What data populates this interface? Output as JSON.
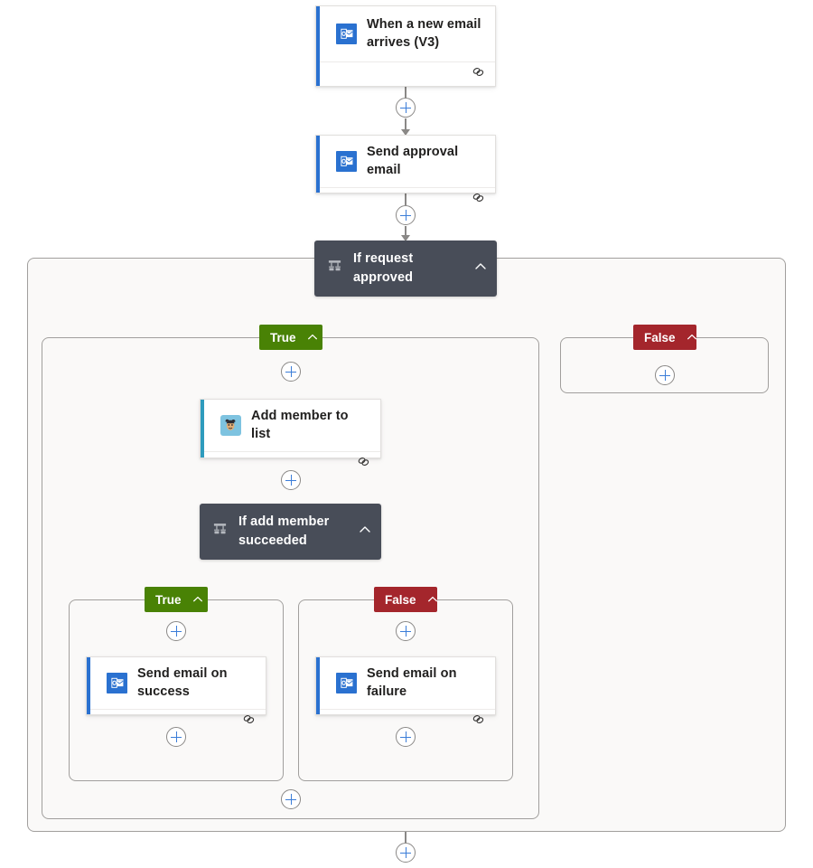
{
  "flow": {
    "title": "Power Automate flow designer canvas",
    "colors": {
      "true_badge": "#498205",
      "false_badge": "#a4262c",
      "condition_card": "#484d58",
      "outlook_accent": "#2a71d0",
      "mailchimp_accent": "#2e9bbd",
      "scope_background": "#faf9f8",
      "plus_glyph": "#3b7dd8",
      "connector": "#8a8886"
    },
    "nodes": {
      "trigger": {
        "label": "When a new email arrives (V3)",
        "icon": "outlook-icon",
        "footer_icon": "link-icon"
      },
      "send_approval": {
        "label": "Send approval email",
        "icon": "outlook-icon",
        "footer_icon": "link-icon"
      },
      "condition_outer": {
        "label": "If request approved",
        "icon": "condition-icon",
        "chevron": "chevron-up-icon"
      },
      "branch_outer_true": {
        "label": "True",
        "chevron": "chevron-up-icon"
      },
      "branch_outer_false": {
        "label": "False",
        "chevron": "chevron-up-icon"
      },
      "add_member": {
        "label": "Add member to list",
        "icon": "mailchimp-icon",
        "footer_icon": "link-icon"
      },
      "condition_inner": {
        "label": "If add member succeeded",
        "icon": "condition-icon",
        "chevron": "chevron-up-icon"
      },
      "branch_inner_true": {
        "label": "True",
        "chevron": "chevron-up-icon"
      },
      "branch_inner_false": {
        "label": "False",
        "chevron": "chevron-up-icon"
      },
      "send_success": {
        "label": "Send email on success",
        "icon": "outlook-icon",
        "footer_icon": "link-icon"
      },
      "send_failure": {
        "label": "Send email on failure",
        "icon": "outlook-icon",
        "footer_icon": "link-icon"
      }
    },
    "add_buttons": {
      "after_trigger": "+",
      "after_send_approval": "+",
      "outer_true_top": "+",
      "outer_false_empty": "+",
      "after_add_member": "+",
      "inner_true_top": "+",
      "inner_false_top": "+",
      "inner_true_bottom": "+",
      "inner_false_bottom": "+",
      "outer_true_bottom": "+",
      "flow_bottom": "+"
    }
  }
}
